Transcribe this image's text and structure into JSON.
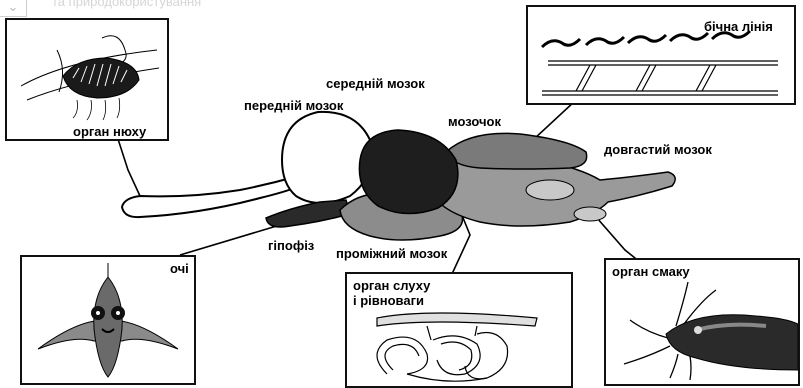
{
  "header": {
    "faded_text": "та природокористування",
    "corner_icon": "chevron-down-icon"
  },
  "labels": {
    "midbrain": "середній мозок",
    "forebrain": "передній мозок",
    "cerebellum": "мозочок",
    "medulla": "довгастий мозок",
    "pituitary": "гіпофіз",
    "diencephalon": "проміжний мозок"
  },
  "panels": {
    "smell": "орган нюху",
    "lateral_line": "бічна лінія",
    "eyes": "очі",
    "hearing": [
      "орган слуху",
      "і рівноваги"
    ],
    "taste": "орган смаку"
  },
  "colors": {
    "ink": "#000000",
    "dark_lobe": "#1e1e1e",
    "mid_gray": "#8c8c8c",
    "light_gray": "#c8c8c8",
    "outline_lobe": "#ffffff"
  }
}
